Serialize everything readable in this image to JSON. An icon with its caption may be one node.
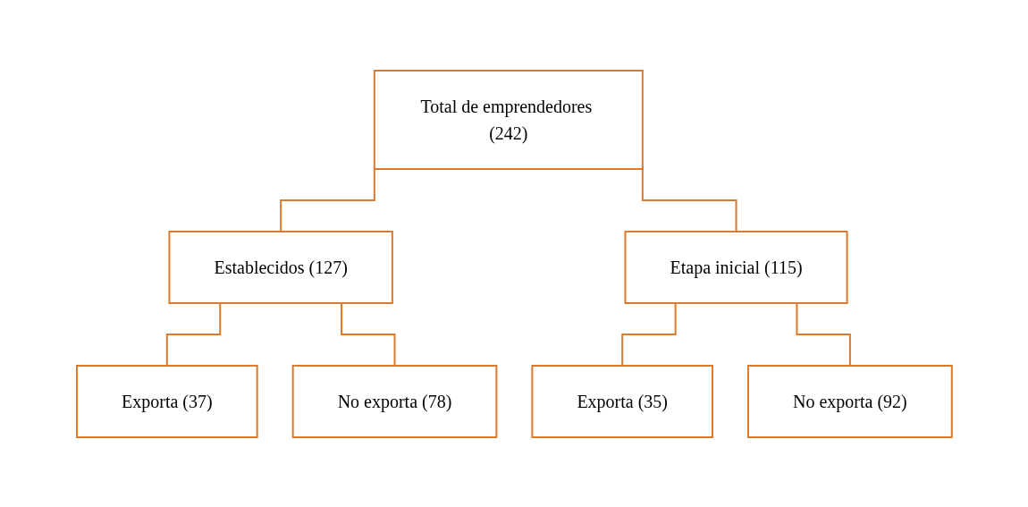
{
  "diagram": {
    "nodes": [
      {
        "text": [
          "Total de emprendedores (242)"
        ]
      },
      {
        "text": [
          "Establecidos (127)"
        ]
      },
      {
        "text": [
          "Etapa inicial (115)"
        ]
      },
      {
        "text": [
          "Exporta (37)"
        ]
      },
      {
        "text": [
          "No exporta (78)"
        ]
      },
      {
        "text": [
          "Exporta (35)"
        ]
      },
      {
        "text": [
          "No exporta (92)"
        ]
      }
    ],
    "edges": [
      {
        "from": 0,
        "to": 1,
        "arrow": "none"
      },
      {
        "from": 0,
        "to": 2,
        "arrow": "none"
      },
      {
        "from": 1,
        "to": 3,
        "arrow": "none"
      },
      {
        "from": 1,
        "to": 4,
        "arrow": "none"
      },
      {
        "from": 2,
        "to": 5,
        "arrow": "none"
      },
      {
        "from": 2,
        "to": 6,
        "arrow": "none"
      }
    ]
  }
}
